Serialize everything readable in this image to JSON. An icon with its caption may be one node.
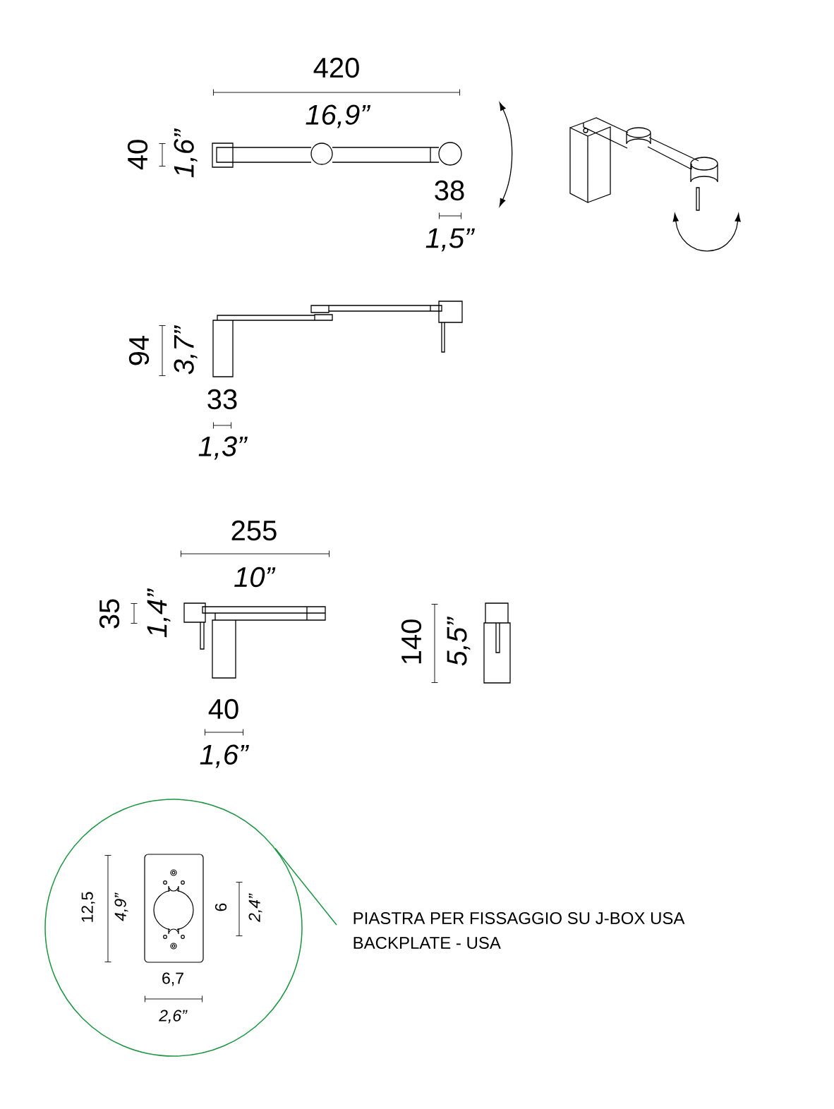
{
  "diagram": {
    "nodes": [
      {
        "text": [],
        "shape": "circle"
      },
      {
        "text": [
          "PIASTRA PER FISSAGGIO SU J-BOX USA",
          "BACKPLATE - USA"
        ]
      }
    ],
    "edges": [
      {
        "from": 1,
        "to": 0,
        "arrow": "none",
        "color": "#1a9641"
      }
    ],
    "labels": [
      "420",
      "16,9”",
      "40",
      "1,6”",
      "38",
      "1,5”",
      "94",
      "3,7”",
      "33",
      "1,3”",
      "255",
      "10”",
      "35",
      "1,4”",
      "140",
      "5,5”",
      "40",
      "1,6”",
      "12,5",
      "4,9”",
      "6",
      "2,4”",
      "6,7",
      "2,6”"
    ]
  }
}
